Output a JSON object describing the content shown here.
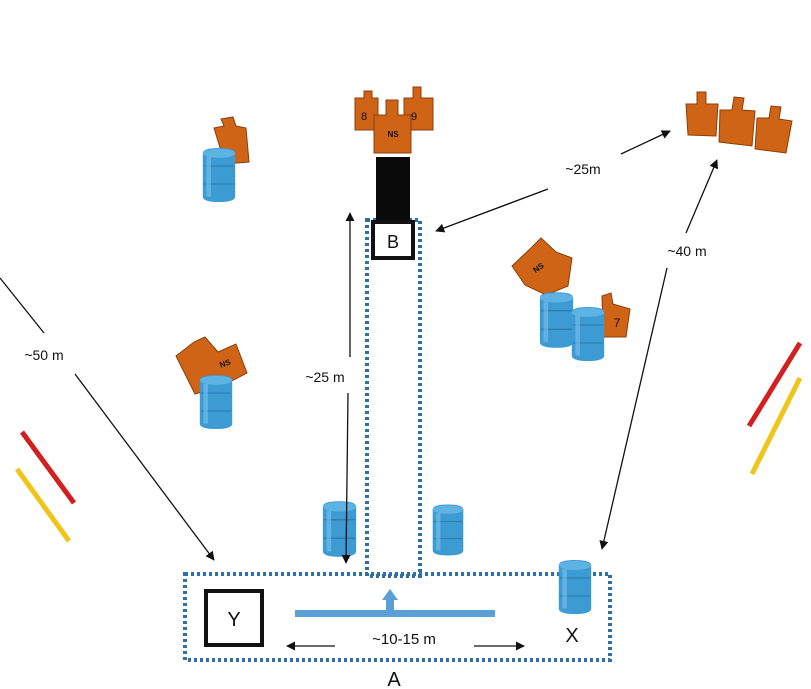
{
  "labels": {
    "zone_a": "A",
    "zone_b": "B",
    "zone_x": "X",
    "zone_y": "Y"
  },
  "distances": {
    "y_to_left_markers": "~50 m",
    "b_to_top_right_boxes": "~25m",
    "x_to_top_right_boxes": "~40 m",
    "a_to_b": "~25 m",
    "zone_a_width": "~10-15 m"
  },
  "box_labels": {
    "top_left": "8",
    "top_center": "NS",
    "top_right": "9",
    "right_cluster_ns": "NS",
    "right_cluster_7": "7",
    "left_cluster_ns": "NS"
  },
  "colors": {
    "box": "#cf6417",
    "box_stroke": "#8a3f0c",
    "barrel": "#3d9bd4",
    "dotted_border": "#2f6fa8",
    "arrow_blue": "#5a9fd6",
    "stripe_red": "#d21f1f",
    "stripe_yellow": "#f0c419",
    "black_block": "#0a0a0a"
  },
  "icons": {
    "box": "box-icon",
    "barrel": "barrel-icon",
    "stripe": "stripe-marker"
  }
}
